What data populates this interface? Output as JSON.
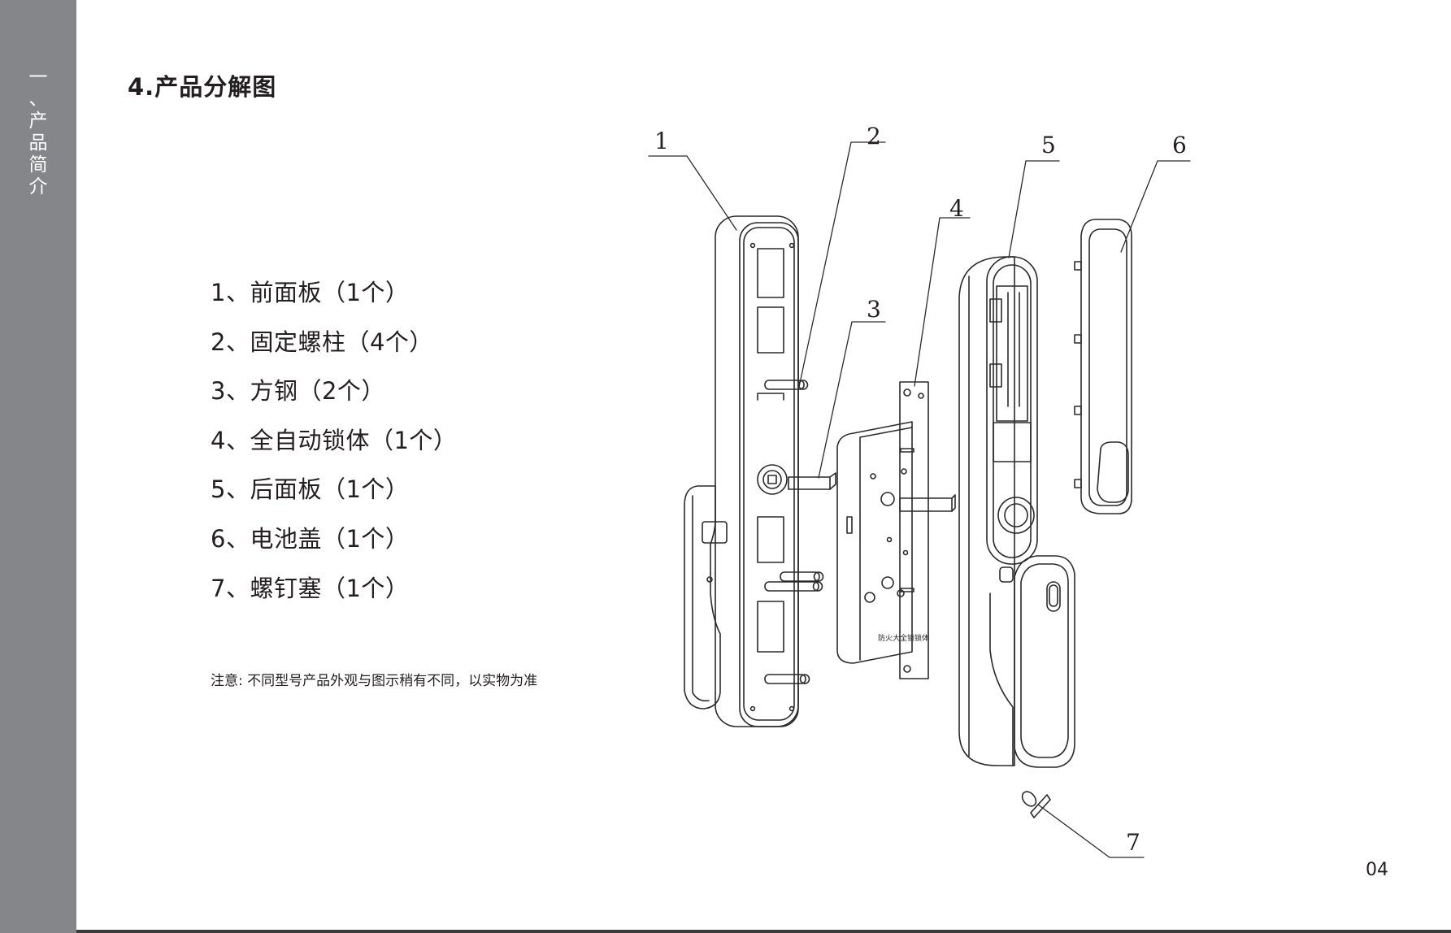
{
  "sidebar": {
    "chapter_chars": [
      "一",
      "、",
      "产",
      "品",
      "简",
      "介"
    ]
  },
  "title": "4.产品分解图",
  "parts": [
    "1、前面板（1个）",
    "2、固定螺柱（4个）",
    "3、方钢（2个）",
    "4、全自动锁体（1个）",
    "5、后面板（1个）",
    "6、电池盖（1个）",
    "7、螺钉塞（1个）"
  ],
  "note": "注意: 不同型号产品外观与图示稍有不同，以实物为准",
  "page_number": "04",
  "diagram": {
    "callouts": [
      "1",
      "2",
      "3",
      "4",
      "5",
      "6",
      "7"
    ],
    "lock_body_stamp": "防火大全锁锁体"
  },
  "colors": {
    "sidebar": "#85868a",
    "text": "#231f20",
    "line": "#2a2a2a"
  }
}
